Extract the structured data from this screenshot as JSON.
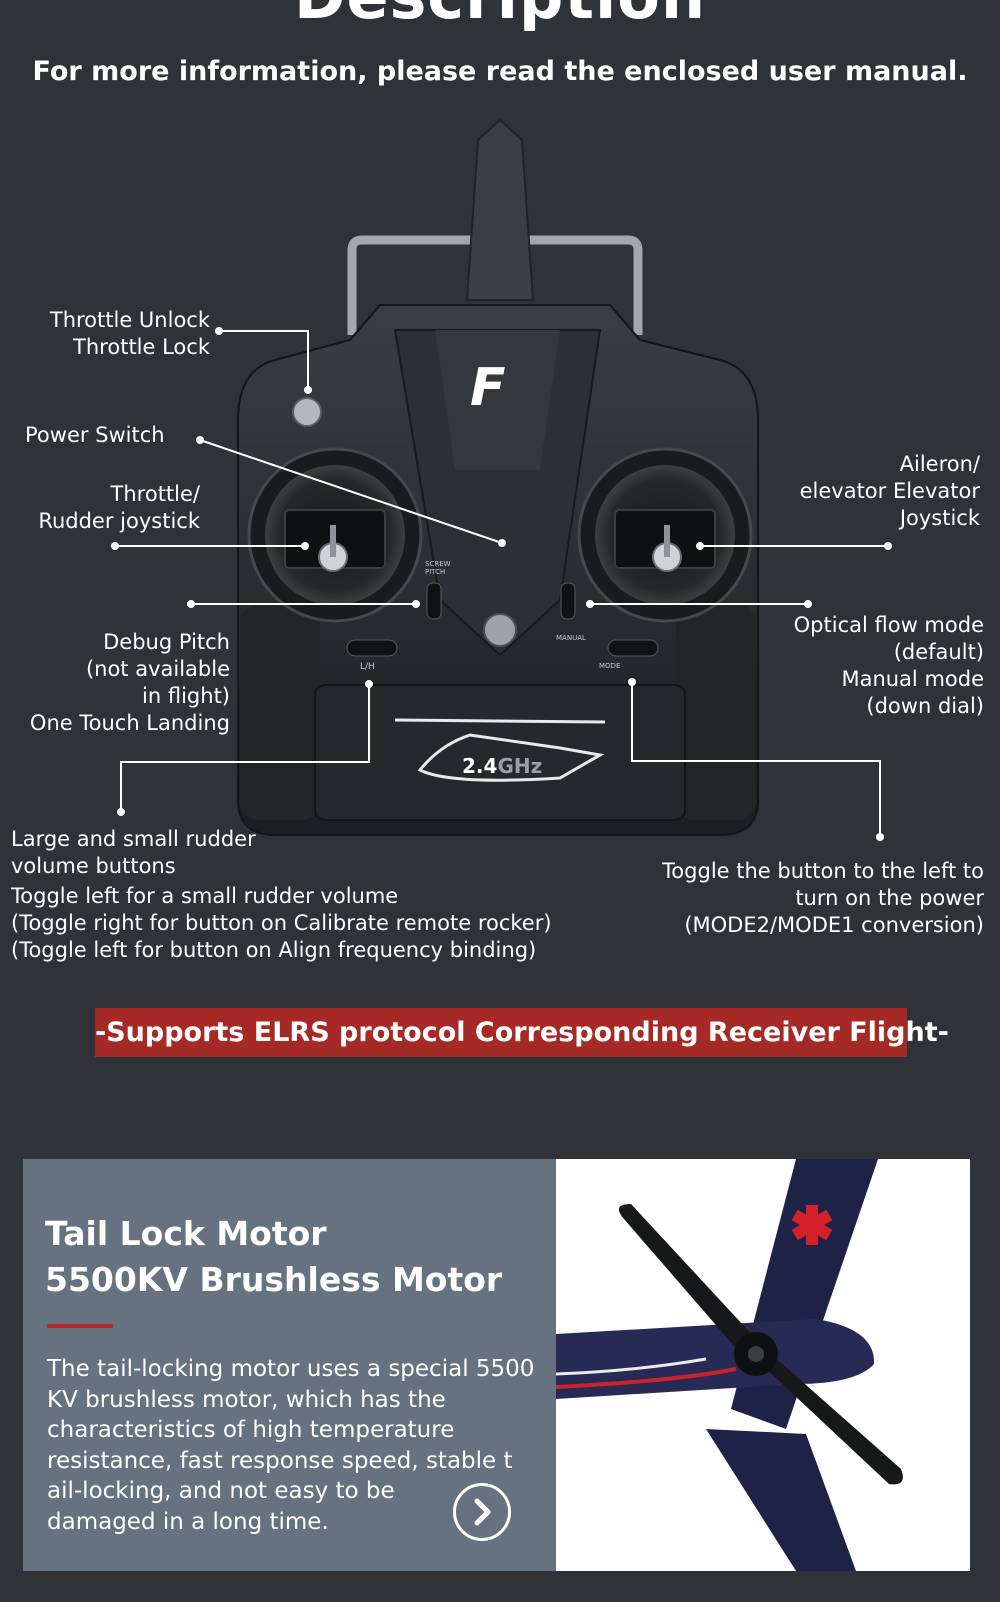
{
  "header": {
    "title": "Description",
    "subtitle": "For more information, please read the enclosed user manual."
  },
  "transmitter": {
    "brand_mark": "F",
    "frequency": "2.4",
    "frequency_unit": "GHz",
    "switch_labels": {
      "screw_pitch_line1": "SCREW",
      "screw_pitch_line2": "PITCH",
      "manual": "MANUAL",
      "mode": "MODE",
      "lh": "L/H"
    }
  },
  "labels": {
    "throttle_unlock": [
      "Throttle Unlock",
      "Throttle Lock"
    ],
    "power_switch": [
      "Power Switch"
    ],
    "throttle_rudder": [
      "Throttle/",
      "Rudder joystick"
    ],
    "aileron_elevator": [
      "Aileron/",
      "elevator Elevator",
      "Joystick"
    ],
    "debug_pitch": [
      "Debug Pitch",
      "(not available",
      "in flight)",
      "One Touch Landing"
    ],
    "optical_flow": [
      "Optical flow mode",
      "(default)",
      "Manual mode",
      "(down dial)"
    ],
    "rudder_volume": [
      "Large and small rudder",
      "volume buttons",
      "Toggle left for a small rudder volume",
      "(Toggle right for button on Calibrate remote rocker)",
      "(Toggle left for button on Align frequency binding)"
    ],
    "mode_toggle": [
      "Toggle the button to the left to",
      "turn on the power",
      "(MODE2/MODE1 conversion)"
    ]
  },
  "banner": "-Supports ELRS protocol Corresponding Receiver Flight-",
  "feature_card": {
    "title_line1": "Tail Lock Motor",
    "title_line2": "5500KV Brushless Motor",
    "body_lines": [
      "The tail-locking motor uses a special 5500",
      "KV brushless motor, which has the",
      "characteristics of high temperature",
      "resistance, fast response speed, stable t",
      "ail-locking, and not easy to be",
      "damaged in a long time."
    ],
    "next_icon": "chevron-right-icon"
  },
  "colors": {
    "background": "#2f3337",
    "banner": "#a52a25",
    "card_panel": "#66727f",
    "accent_rule": "#b32a26"
  }
}
